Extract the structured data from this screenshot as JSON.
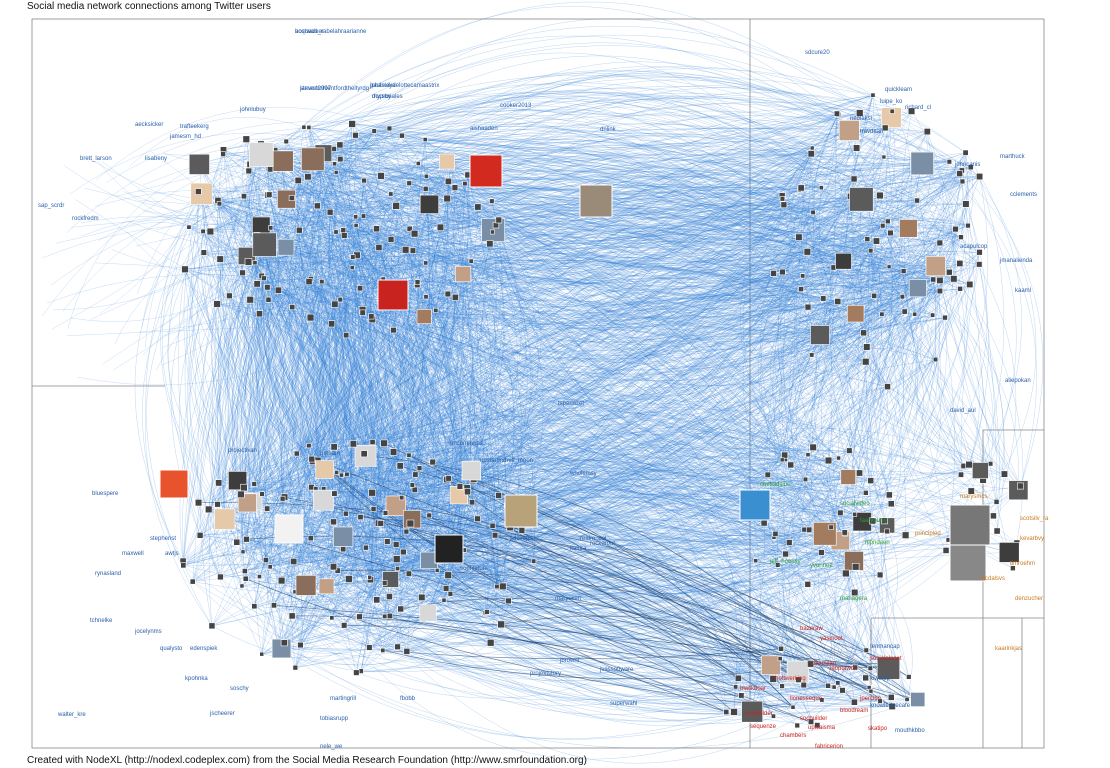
{
  "title": "Social media network connections among Twitter users",
  "caption": "Created with NodeXL (http://nodexl.codeplex.com) from the Social Media Research Foundation (http://www.smrfoundation.org)",
  "colors": {
    "edge": "#2f7fd6",
    "edge_dark": "#123a6b",
    "panel_border": "#888888",
    "group_blue": "#2a5fa8",
    "group_green": "#2f9a3a",
    "group_red": "#c8231f",
    "group_orange": "#c87a1f"
  },
  "node_labels": [
    {
      "text": "bostwalker",
      "color": "blue"
    },
    {
      "text": "steven2007",
      "color": "blue"
    },
    {
      "text": "paulsuika",
      "color": "blue"
    },
    {
      "text": "docsby",
      "color": "blue"
    },
    {
      "text": "brett_larson",
      "color": "blue"
    },
    {
      "text": "sap_scrdr",
      "color": "blue"
    },
    {
      "text": "rockfredm",
      "color": "blue"
    },
    {
      "text": "aecksicker",
      "color": "blue"
    },
    {
      "text": "lisabeny",
      "color": "blue"
    },
    {
      "text": "trafteekerg",
      "color": "blue"
    },
    {
      "text": "johnlubuy",
      "color": "blue"
    },
    {
      "text": "jamesm_hd",
      "color": "blue"
    },
    {
      "text": "aishaaden",
      "color": "blue"
    },
    {
      "text": "cooker2013",
      "color": "blue"
    },
    {
      "text": "dnlink",
      "color": "blue"
    },
    {
      "text": "sdcure20",
      "color": "blue"
    },
    {
      "text": "quickleam",
      "color": "blue"
    },
    {
      "text": "luipe_ko",
      "color": "blue"
    },
    {
      "text": "richard_cl",
      "color": "blue"
    },
    {
      "text": "neolaksi",
      "color": "blue"
    },
    {
      "text": "travdaan",
      "color": "blue"
    },
    {
      "text": "johncanis",
      "color": "blue"
    },
    {
      "text": "marthuck",
      "color": "blue"
    },
    {
      "text": "cclements",
      "color": "blue"
    },
    {
      "text": "kaaml",
      "color": "blue"
    },
    {
      "text": "aliepokan",
      "color": "blue"
    },
    {
      "text": "acapulcop",
      "color": "blue"
    },
    {
      "text": "jmanalienda",
      "color": "blue"
    },
    {
      "text": "david_aul",
      "color": "blue"
    },
    {
      "text": "tsperlazet",
      "color": "blue"
    },
    {
      "text": "uncommons",
      "color": "blue"
    },
    {
      "text": "upstartind",
      "color": "blue"
    },
    {
      "text": "wholemsy",
      "color": "blue"
    },
    {
      "text": "nelf_moon",
      "color": "blue"
    },
    {
      "text": "gnteam",
      "color": "blue"
    },
    {
      "text": "projectivan",
      "color": "blue"
    },
    {
      "text": "bluespere",
      "color": "blue"
    },
    {
      "text": "stephenst",
      "color": "blue"
    },
    {
      "text": "maxwell",
      "color": "blue"
    },
    {
      "text": "awtjs",
      "color": "blue"
    },
    {
      "text": "rynasland",
      "color": "blue"
    },
    {
      "text": "tchnelke",
      "color": "blue"
    },
    {
      "text": "jocelynms",
      "color": "blue"
    },
    {
      "text": "qualysto",
      "color": "blue"
    },
    {
      "text": "kpohnka",
      "color": "blue"
    },
    {
      "text": "soschy",
      "color": "blue"
    },
    {
      "text": "jscheerer",
      "color": "blue"
    },
    {
      "text": "walter_kre",
      "color": "blue"
    },
    {
      "text": "nele_we",
      "color": "blue"
    },
    {
      "text": "tobiasrupp",
      "color": "blue"
    },
    {
      "text": "martingrill",
      "color": "blue"
    },
    {
      "text": "edenspiek",
      "color": "blue"
    },
    {
      "text": "fbobb",
      "color": "blue"
    },
    {
      "text": "sophiefum",
      "color": "blue"
    },
    {
      "text": "projektstory",
      "color": "blue"
    },
    {
      "text": "jbrownl",
      "color": "blue"
    },
    {
      "text": "superwahl",
      "color": "blue"
    },
    {
      "text": "jvassoftware",
      "color": "blue"
    },
    {
      "text": "rockdrout",
      "color": "blue"
    },
    {
      "text": "kalura",
      "color": "blue"
    },
    {
      "text": "realm_ool",
      "color": "blue"
    },
    {
      "text": "sdcirops",
      "color": "blue"
    },
    {
      "text": "marysken",
      "color": "blue"
    },
    {
      "text": "tenmancap",
      "color": "blue"
    },
    {
      "text": "kiwiapp",
      "color": "blue"
    },
    {
      "text": "knowledgecafe",
      "color": "blue"
    },
    {
      "text": "mouthkbbo",
      "color": "blue"
    },
    {
      "text": "chetoidslus",
      "color": "green"
    },
    {
      "text": "jeff_hoopsy",
      "color": "green"
    },
    {
      "text": "yvonnee",
      "color": "green"
    },
    {
      "text": "managera",
      "color": "green"
    },
    {
      "text": "nlpndaen",
      "color": "green"
    },
    {
      "text": "taaryoung",
      "color": "green"
    },
    {
      "text": "socialvideo",
      "color": "green"
    },
    {
      "text": "marysmcs",
      "color": "orange"
    },
    {
      "text": "principled",
      "color": "orange"
    },
    {
      "text": "scotsilv_ra",
      "color": "orange"
    },
    {
      "text": "kevarbvy",
      "color": "orange"
    },
    {
      "text": "timroehm",
      "color": "orange"
    },
    {
      "text": "mcdalsvs",
      "color": "orange"
    },
    {
      "text": "denzucher",
      "color": "orange"
    },
    {
      "text": "kaarinkjas",
      "color": "orange"
    },
    {
      "text": "acquaco_rabelahraarianne",
      "color": "blue"
    },
    {
      "text": "jamesbnhlentfordtheltyrdg",
      "color": "blue"
    },
    {
      "text": "jphanleydelottecamaastrix",
      "color": "blue"
    },
    {
      "text": "myprosales",
      "color": "blue"
    },
    {
      "text": "blackboar",
      "color": "red"
    },
    {
      "text": "hoftwerking",
      "color": "red"
    },
    {
      "text": "besmilan",
      "color": "red"
    },
    {
      "text": "leoptawor",
      "color": "red"
    },
    {
      "text": "sequenze",
      "color": "red"
    },
    {
      "text": "chambers",
      "color": "red"
    },
    {
      "text": "fabricerion",
      "color": "red"
    },
    {
      "text": "upwaisma",
      "color": "red"
    },
    {
      "text": "ecobuilder",
      "color": "red"
    },
    {
      "text": "bloodream",
      "color": "red"
    },
    {
      "text": "jpercion",
      "color": "red"
    },
    {
      "text": "skatipo",
      "color": "red"
    },
    {
      "text": "lionesseque",
      "color": "red"
    },
    {
      "text": "socbuilder",
      "color": "red"
    },
    {
      "text": "bazeraw",
      "color": "red"
    },
    {
      "text": "yasmoot",
      "color": "red"
    },
    {
      "text": "socialplanet",
      "color": "red"
    }
  ]
}
